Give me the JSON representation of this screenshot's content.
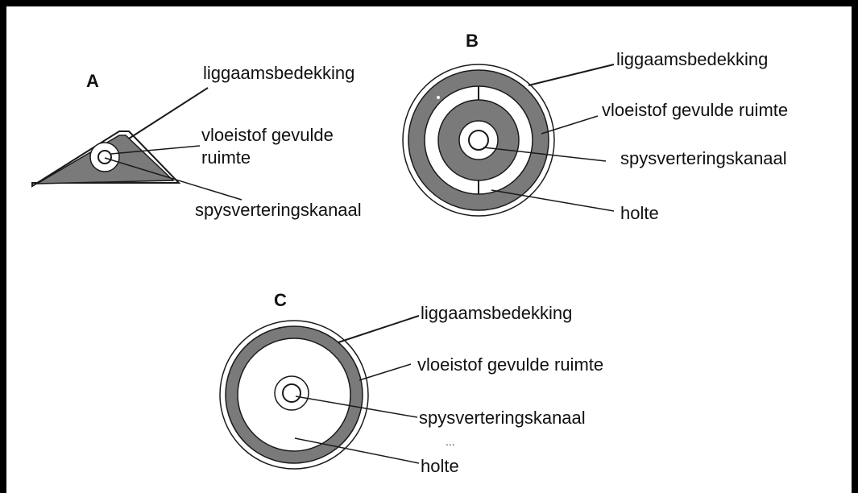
{
  "diagram": {
    "colors": {
      "gray": "#7a7a7a",
      "line": "#1a1a1a",
      "background": "#ffffff"
    },
    "panel_a": {
      "letter": "A",
      "labels": {
        "body_covering": "liggaamsbedekking",
        "fluid_space_line1": "vloeistof gevulde",
        "fluid_space_line2": "ruimte",
        "digestive_canal": "spysverteringskanaal"
      }
    },
    "panel_b": {
      "letter": "B",
      "labels": {
        "body_covering": "liggaamsbedekking",
        "fluid_space": "vloeistof gevulde ruimte",
        "digestive_canal": "spysverteringskanaal",
        "cavity": "holte"
      }
    },
    "panel_c": {
      "letter": "C",
      "labels": {
        "body_covering": "liggaamsbedekking",
        "fluid_space": "vloeistof gevulde ruimte",
        "digestive_canal": "spysverteringskanaal",
        "ellipsis": "...",
        "cavity": "holte"
      }
    }
  }
}
